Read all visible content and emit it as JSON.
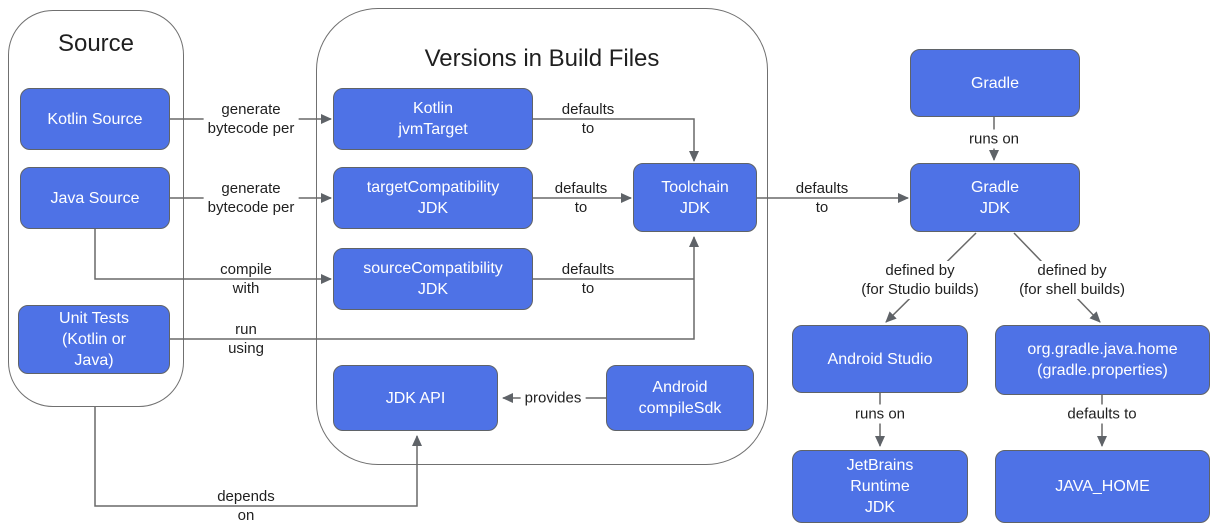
{
  "diagram": {
    "containers": [
      {
        "id": "source",
        "title": "Source"
      },
      {
        "id": "build-files",
        "title": "Versions in Build Files"
      }
    ],
    "nodes": [
      {
        "id": "kotlin-source",
        "label": "Kotlin Source"
      },
      {
        "id": "java-source",
        "label": "Java Source"
      },
      {
        "id": "unit-tests",
        "label": "Unit Tests\n(Kotlin or\nJava)"
      },
      {
        "id": "kotlin-jvmtarget",
        "label": "Kotlin\njvmTarget"
      },
      {
        "id": "target-compatibility-jdk",
        "label": "targetCompatibility\nJDK"
      },
      {
        "id": "source-compatibility-jdk",
        "label": "sourceCompatibility\nJDK"
      },
      {
        "id": "toolchain-jdk",
        "label": "Toolchain\nJDK"
      },
      {
        "id": "jdk-api",
        "label": "JDK API"
      },
      {
        "id": "android-compilesdk",
        "label": "Android\ncompileSdk"
      },
      {
        "id": "gradle",
        "label": "Gradle"
      },
      {
        "id": "gradle-jdk",
        "label": "Gradle\nJDK"
      },
      {
        "id": "android-studio",
        "label": "Android Studio"
      },
      {
        "id": "org-gradle-java-home",
        "label": "org.gradle.java.home\n(gradle.properties)"
      },
      {
        "id": "jetbrains-runtime-jdk",
        "label": "JetBrains\nRuntime\nJDK"
      },
      {
        "id": "java-home",
        "label": "JAVA_HOME"
      }
    ],
    "edge_labels": [
      {
        "id": "generate-bytecode-kotlin",
        "label": "generate\nbytecode per"
      },
      {
        "id": "generate-bytecode-java",
        "label": "generate\nbytecode per"
      },
      {
        "id": "compile-with",
        "label": "compile\nwith"
      },
      {
        "id": "run-using",
        "label": "run\nusing"
      },
      {
        "id": "defaults-to-jvmtarget",
        "label": "defaults\nto"
      },
      {
        "id": "defaults-to-target",
        "label": "defaults\nto"
      },
      {
        "id": "defaults-to-source",
        "label": "defaults\nto"
      },
      {
        "id": "defaults-to-gradle-jdk",
        "label": "defaults\nto"
      },
      {
        "id": "runs-on-gradle",
        "label": "runs on"
      },
      {
        "id": "defined-by-studio",
        "label": "defined by\n(for Studio builds)"
      },
      {
        "id": "defined-by-shell",
        "label": "defined by\n(for shell builds)"
      },
      {
        "id": "runs-on-studio",
        "label": "runs on"
      },
      {
        "id": "defaults-to-java-home",
        "label": "defaults to"
      },
      {
        "id": "provides",
        "label": "provides"
      },
      {
        "id": "depends-on",
        "label": "depends\non"
      }
    ],
    "colors": {
      "node_fill": "#4e72e6",
      "node_border": "#5f6368",
      "node_text": "#ffffff",
      "container_border": "#707070",
      "edge_line": "#696969",
      "arrowhead": "#5f6368",
      "label_text": "#1f1f1f",
      "background": "#ffffff"
    }
  }
}
